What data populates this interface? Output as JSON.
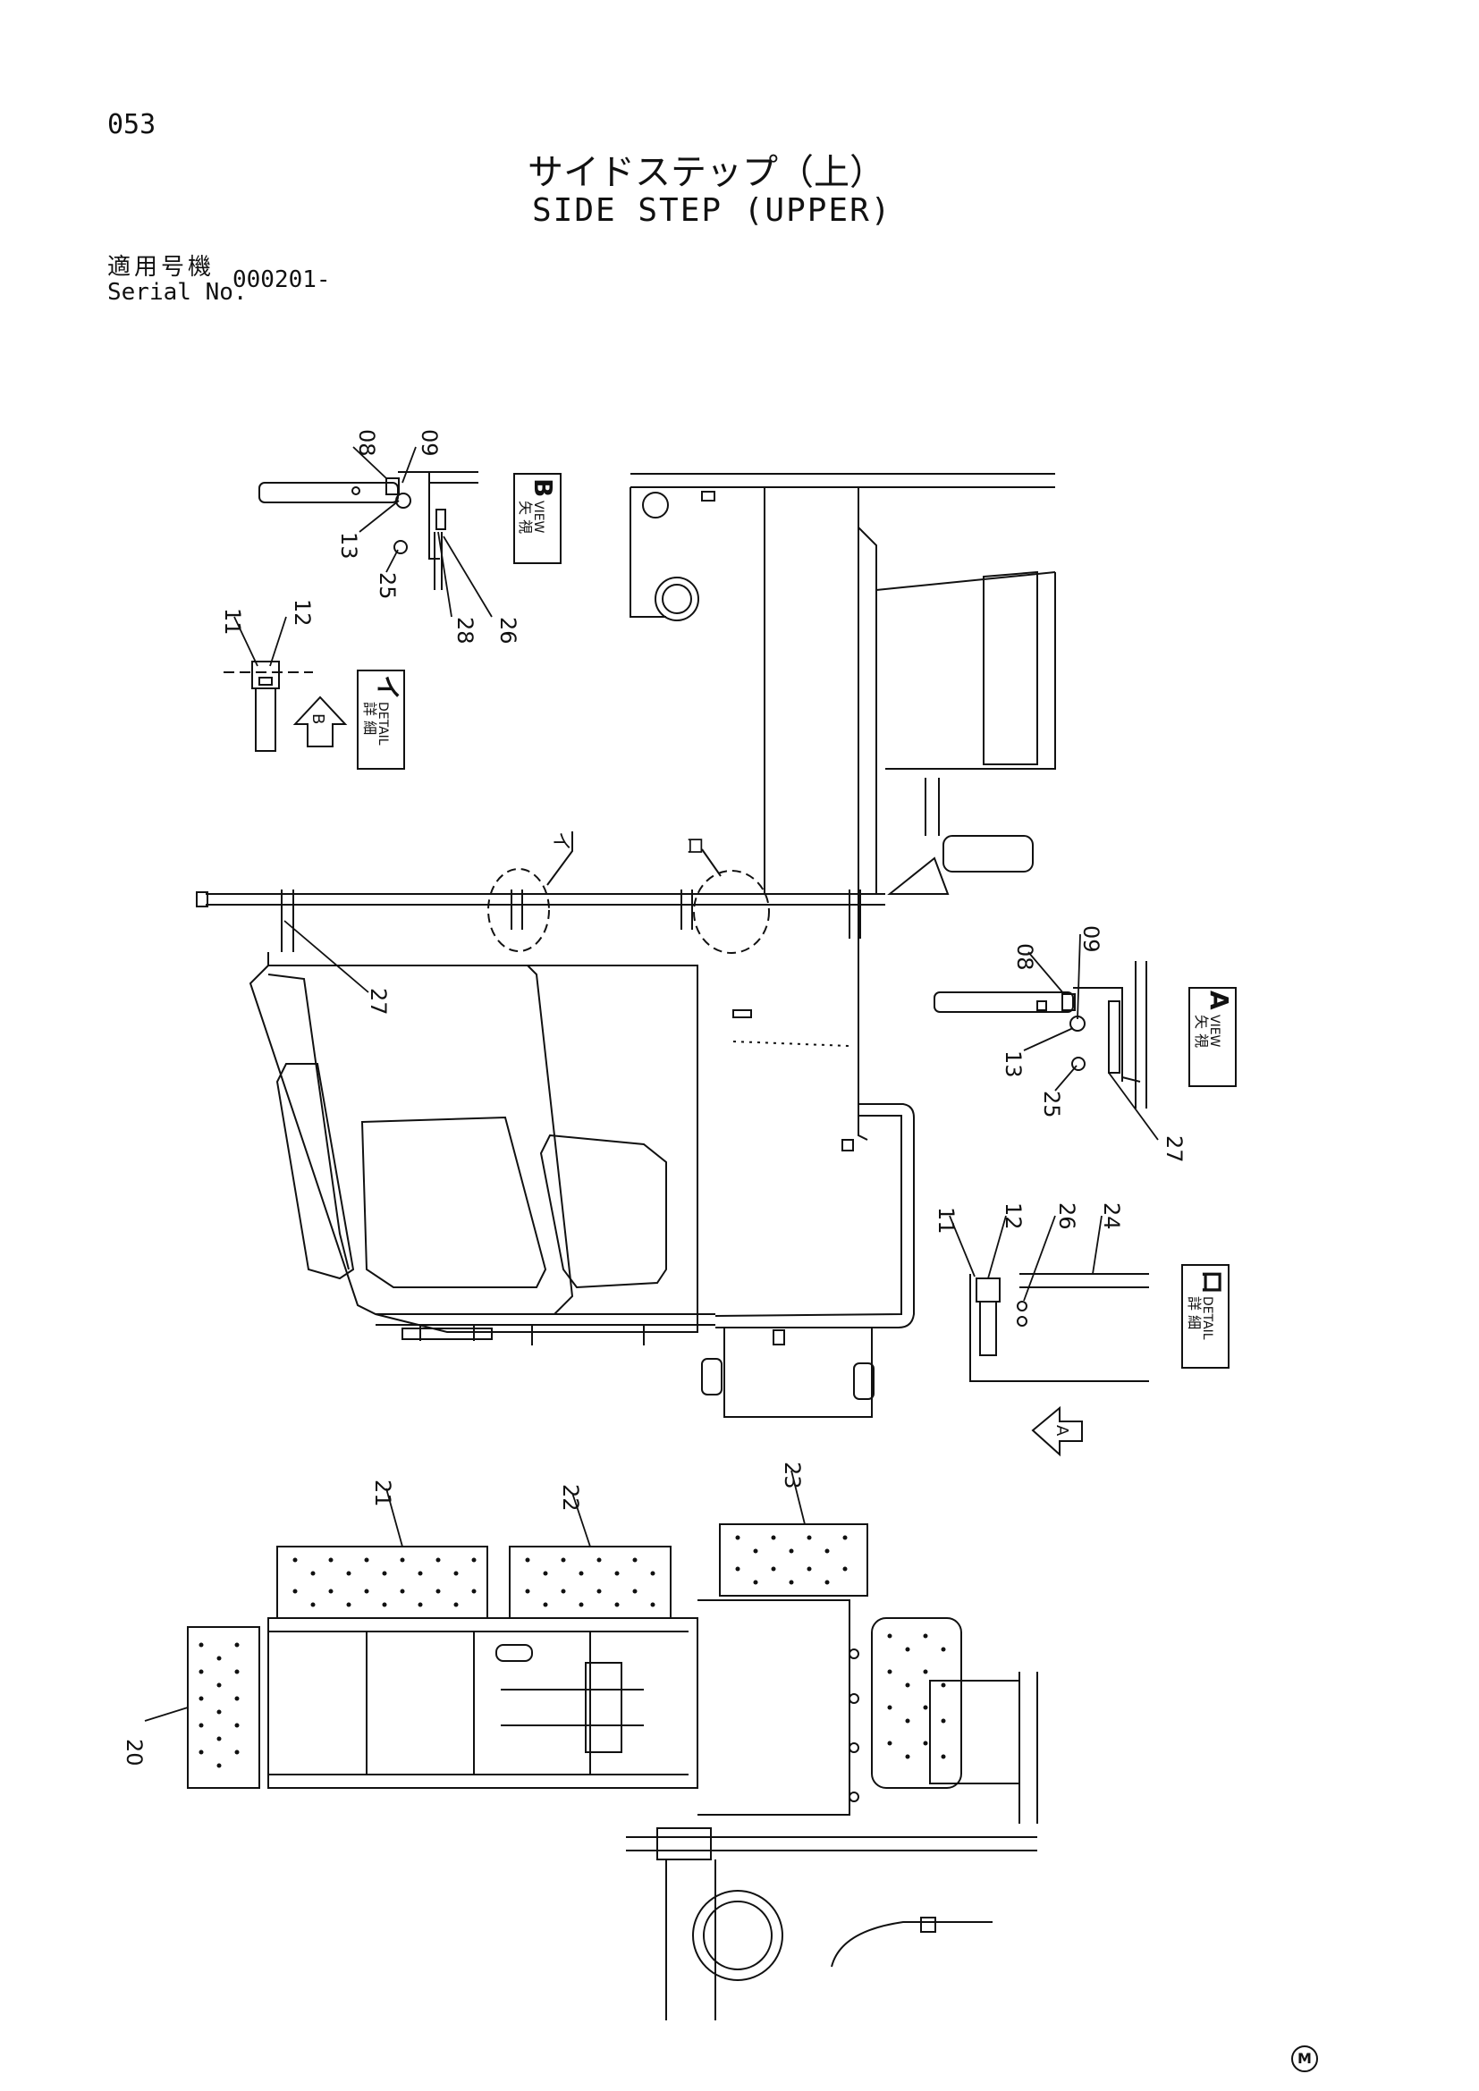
{
  "page_number": "053",
  "title_jp": "サイドステップ（上）",
  "title_en": "SIDE STEP (UPPER)",
  "serial": {
    "label_jp": "適用号機",
    "label_en": "Serial No.",
    "value": "000201-"
  },
  "views": {
    "view_b": {
      "kanji": "矢 視",
      "word": "VIEW",
      "letter": "B"
    },
    "view_a": {
      "kanji": "矢 視",
      "word": "VIEW",
      "letter": "A"
    },
    "detail_i": {
      "kanji": "詳 細",
      "word": "DETAIL",
      "letter": "イ"
    },
    "detail_ro": {
      "kanji": "詳 細",
      "word": "DETAIL",
      "letter": "ロ"
    },
    "arrow_b": "B",
    "arrow_a": "A",
    "callout_i": "イ",
    "callout_ro": "ロ"
  },
  "part_callouts": {
    "view_b": [
      "08",
      "09",
      "13",
      "25",
      "28",
      "26"
    ],
    "detail_i": [
      "11",
      "12"
    ],
    "cab": [
      "27"
    ],
    "view_a": [
      "08",
      "09",
      "13",
      "25",
      "27"
    ],
    "detail_ro": [
      "11",
      "12",
      "26",
      "24"
    ],
    "steps": [
      "21",
      "22",
      "23",
      "20"
    ]
  },
  "manufacturer_mark": "M"
}
